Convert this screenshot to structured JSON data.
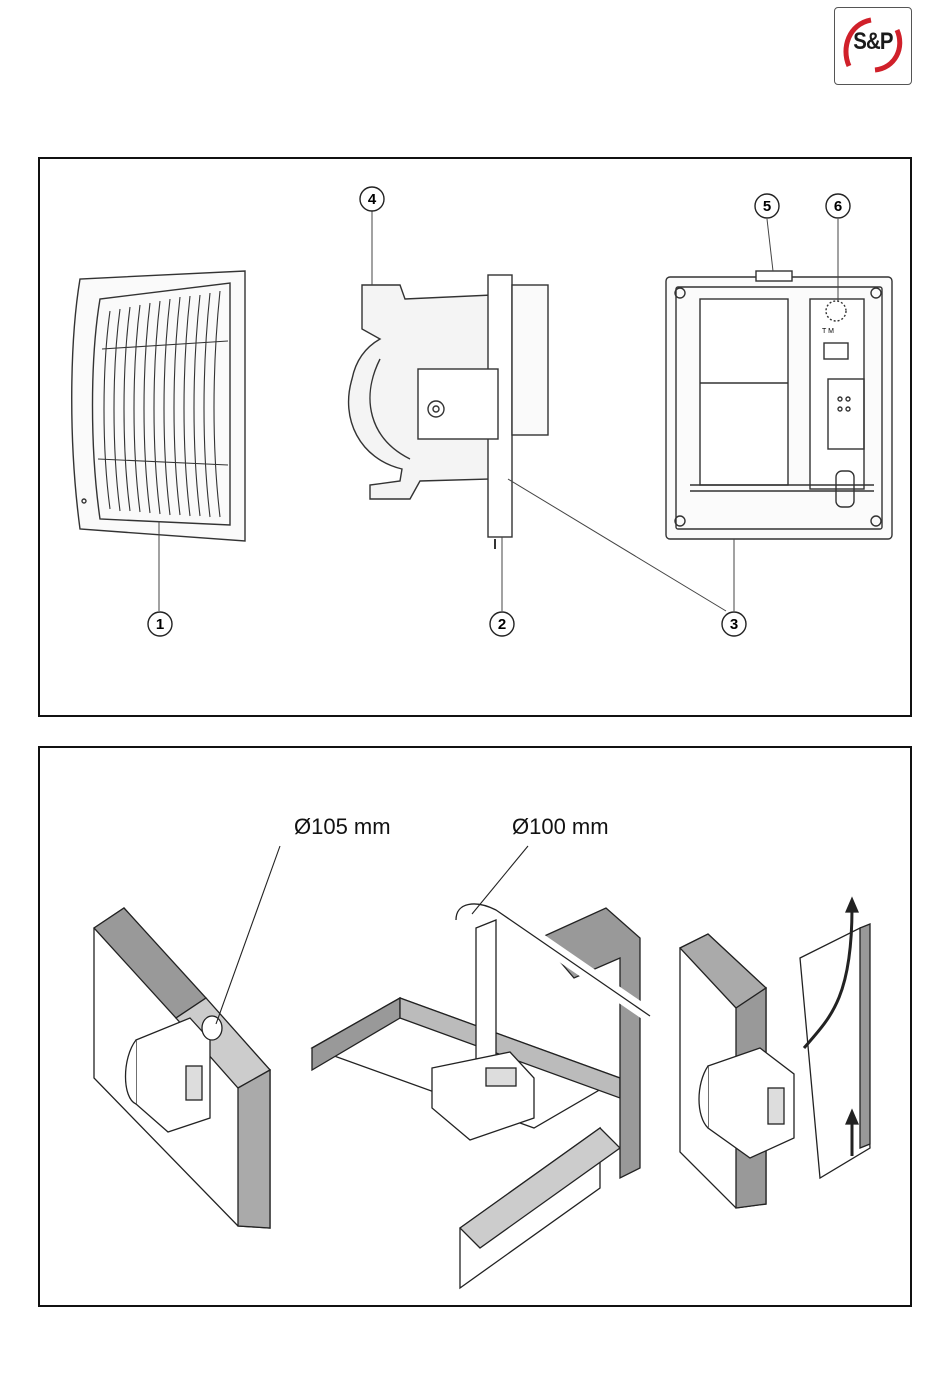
{
  "brand": {
    "logo_text": "S&P"
  },
  "figure1": {
    "callouts": [
      "1",
      "2",
      "3",
      "4",
      "5",
      "6"
    ],
    "switch_labels": "T  M"
  },
  "figure2": {
    "dimension_left": "Ø105 mm",
    "dimension_right": "Ø100 mm"
  },
  "colors": {
    "logo_accent": "#d0202a",
    "line": "#333333",
    "duct_gray": "#8a8a8a"
  }
}
